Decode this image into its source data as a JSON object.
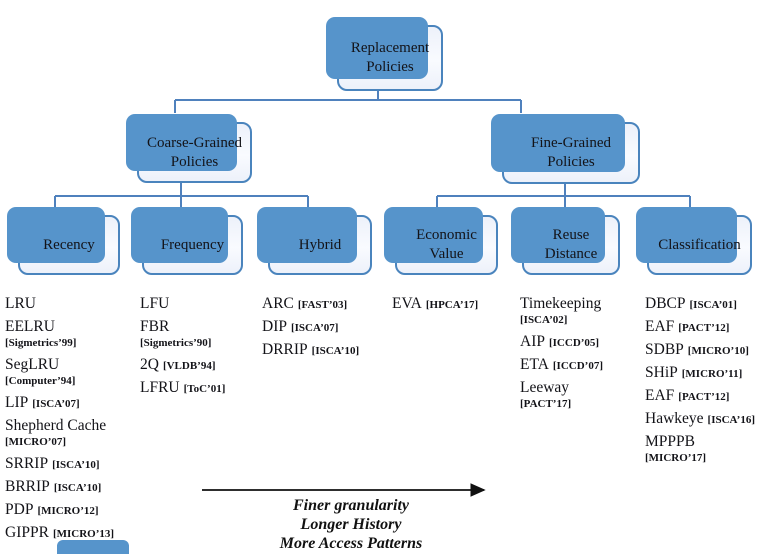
{
  "tree": {
    "root": {
      "label": "Replacement\nPolicies"
    },
    "branches": [
      {
        "label": "Coarse-Grained\nPolicies"
      },
      {
        "label": "Fine-Grained\nPolicies"
      }
    ],
    "categories": [
      {
        "label": "Recency"
      },
      {
        "label": "Frequency"
      },
      {
        "label": "Hybrid"
      },
      {
        "label": "Economic\nValue"
      },
      {
        "label": "Reuse\nDistance"
      },
      {
        "label": "Classification"
      }
    ]
  },
  "lists": [
    {
      "category": "Recency",
      "items": [
        {
          "name": "LRU",
          "cite": ""
        },
        {
          "name": "EELRU",
          "cite": "[Sigmetrics’99]",
          "wrap": true
        },
        {
          "name": "SegLRU",
          "cite": "[Computer’94]",
          "wrap": true
        },
        {
          "name": "LIP",
          "cite": "[ISCA’07]"
        },
        {
          "name": "Shepherd Cache",
          "cite": "[MICRO’07]",
          "wrap": true
        },
        {
          "name": "SRRIP",
          "cite": "[ISCA’10]"
        },
        {
          "name": "BRRIP",
          "cite": "[ISCA’10]"
        },
        {
          "name": "PDP",
          "cite": "[MICRO’12]"
        },
        {
          "name": "GIPPR",
          "cite": "[MICRO’13]"
        }
      ]
    },
    {
      "category": "Frequency",
      "items": [
        {
          "name": "LFU",
          "cite": ""
        },
        {
          "name": "FBR",
          "cite": "[Sigmetrics’90]",
          "wrap": true
        },
        {
          "name": "2Q",
          "cite": "[VLDB’94]"
        },
        {
          "name": "LFRU",
          "cite": "[ToC’01]"
        }
      ]
    },
    {
      "category": "Hybrid",
      "items": [
        {
          "name": "ARC",
          "cite": "[FAST’03]"
        },
        {
          "name": "DIP",
          "cite": "[ISCA’07]"
        },
        {
          "name": "DRRIP",
          "cite": "[ISCA’10]"
        }
      ]
    },
    {
      "category": "Economic Value",
      "items": [
        {
          "name": "EVA",
          "cite": "[HPCA’17]"
        }
      ]
    },
    {
      "category": "Reuse Distance",
      "items": [
        {
          "name": "Timekeeping",
          "cite": "[ISCA’02]",
          "wrap": true
        },
        {
          "name": "AIP",
          "cite": "[ICCD’05]"
        },
        {
          "name": "ETA",
          "cite": "[ICCD’07]"
        },
        {
          "name": "Leeway",
          "cite": "[PACT’17]",
          "wrap": true
        }
      ]
    },
    {
      "category": "Classification",
      "items": [
        {
          "name": "DBCP",
          "cite": "[ISCA’01]"
        },
        {
          "name": "EAF",
          "cite": "[PACT’12]"
        },
        {
          "name": "SDBP",
          "cite": "[MICRO’10]"
        },
        {
          "name": "SHiP",
          "cite": "[MICRO’11]"
        },
        {
          "name": "EAF",
          "cite": "[PACT’12]"
        },
        {
          "name": "Hawkeye",
          "cite": "[ISCA’16]"
        },
        {
          "name": "MPPPB",
          "cite": "[MICRO’17]",
          "wrap": true
        }
      ]
    }
  ],
  "arrow": {
    "captions": [
      "Finer granularity",
      "Longer History",
      "More Access Patterns"
    ]
  },
  "colors": {
    "box_blue": "#5694cb",
    "border_blue": "#4a84bd",
    "connector_blue": "#4f81bd",
    "box_fill_top": "#edf1fa",
    "box_fill_bottom": "#f9fbff",
    "text_color": "#131318",
    "arrow_color": "#111111"
  }
}
